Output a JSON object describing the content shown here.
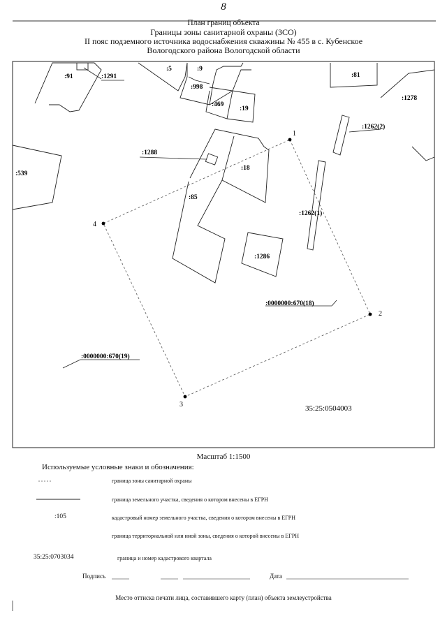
{
  "page_number": "8",
  "title": {
    "line1": "План границ объекта",
    "line2": "Границы зоны санитарной охраны (ЗСО)",
    "line3": "II пояс подземного источника водоснабжения скважины № 455 в с. Кубенское",
    "line4": "Вологодского района Вологодской области"
  },
  "map": {
    "parcels": [
      ":91",
      ":1291",
      ":5",
      ":9",
      ":998",
      ":469",
      ":19",
      ":81",
      ":1278",
      ":1262(2)",
      ":539",
      ":1288",
      ":18",
      ":85",
      ":1262(1)",
      ":1286"
    ],
    "zone_labels": [
      ":0000000:670(18)",
      ":0000000:670(19)"
    ],
    "points": [
      "1",
      "2",
      "3",
      "4"
    ],
    "quarter_number": "35:25:0504003"
  },
  "scale": "Масштаб 1:1500",
  "legend": {
    "title": "Используемые условные знаки и обозначения:",
    "items": [
      {
        "symbol": "",
        "text": "граница зоны санитарной охраны"
      },
      {
        "symbol": "",
        "text": "граница земельного участка, сведения о котором внесены в ЕГРН"
      },
      {
        "symbol": ":105",
        "text": "кадастровый номер земельного участка, сведения о котором внесены в ЕГРН"
      },
      {
        "symbol": "",
        "text": "граница территориальной или иной зоны, сведения о которой внесены в ЕГРН"
      },
      {
        "symbol": "35:25:0703034",
        "text": "граница и номер кадастрового квартала"
      }
    ]
  },
  "signature": {
    "label": "Подпись",
    "date_label": "Дата",
    "stamp_place": "Место оттиска печати лица, составившего карту (план) объекта землеустройства"
  }
}
